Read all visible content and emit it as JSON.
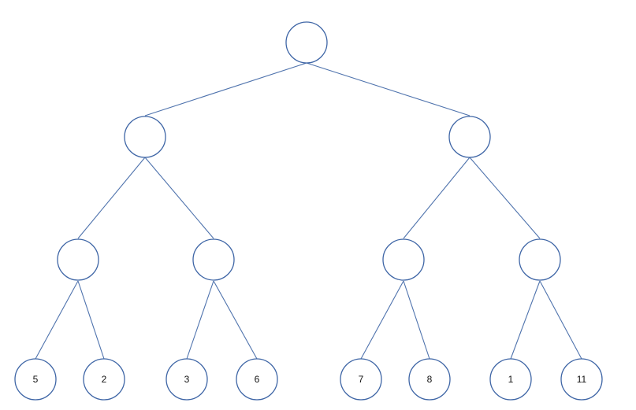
{
  "tree": {
    "root": {
      "label": ""
    },
    "level1": [
      {
        "label": ""
      },
      {
        "label": ""
      }
    ],
    "level2": [
      {
        "label": ""
      },
      {
        "label": ""
      },
      {
        "label": ""
      },
      {
        "label": ""
      }
    ],
    "leaves": [
      {
        "label": "5"
      },
      {
        "label": "2"
      },
      {
        "label": "3"
      },
      {
        "label": "6"
      },
      {
        "label": "7"
      },
      {
        "label": "8"
      },
      {
        "label": "1"
      },
      {
        "label": "11"
      }
    ]
  },
  "colors": {
    "node_stroke": "#3f66a6",
    "edge": "#4f73ad",
    "label_text": "#111111"
  }
}
